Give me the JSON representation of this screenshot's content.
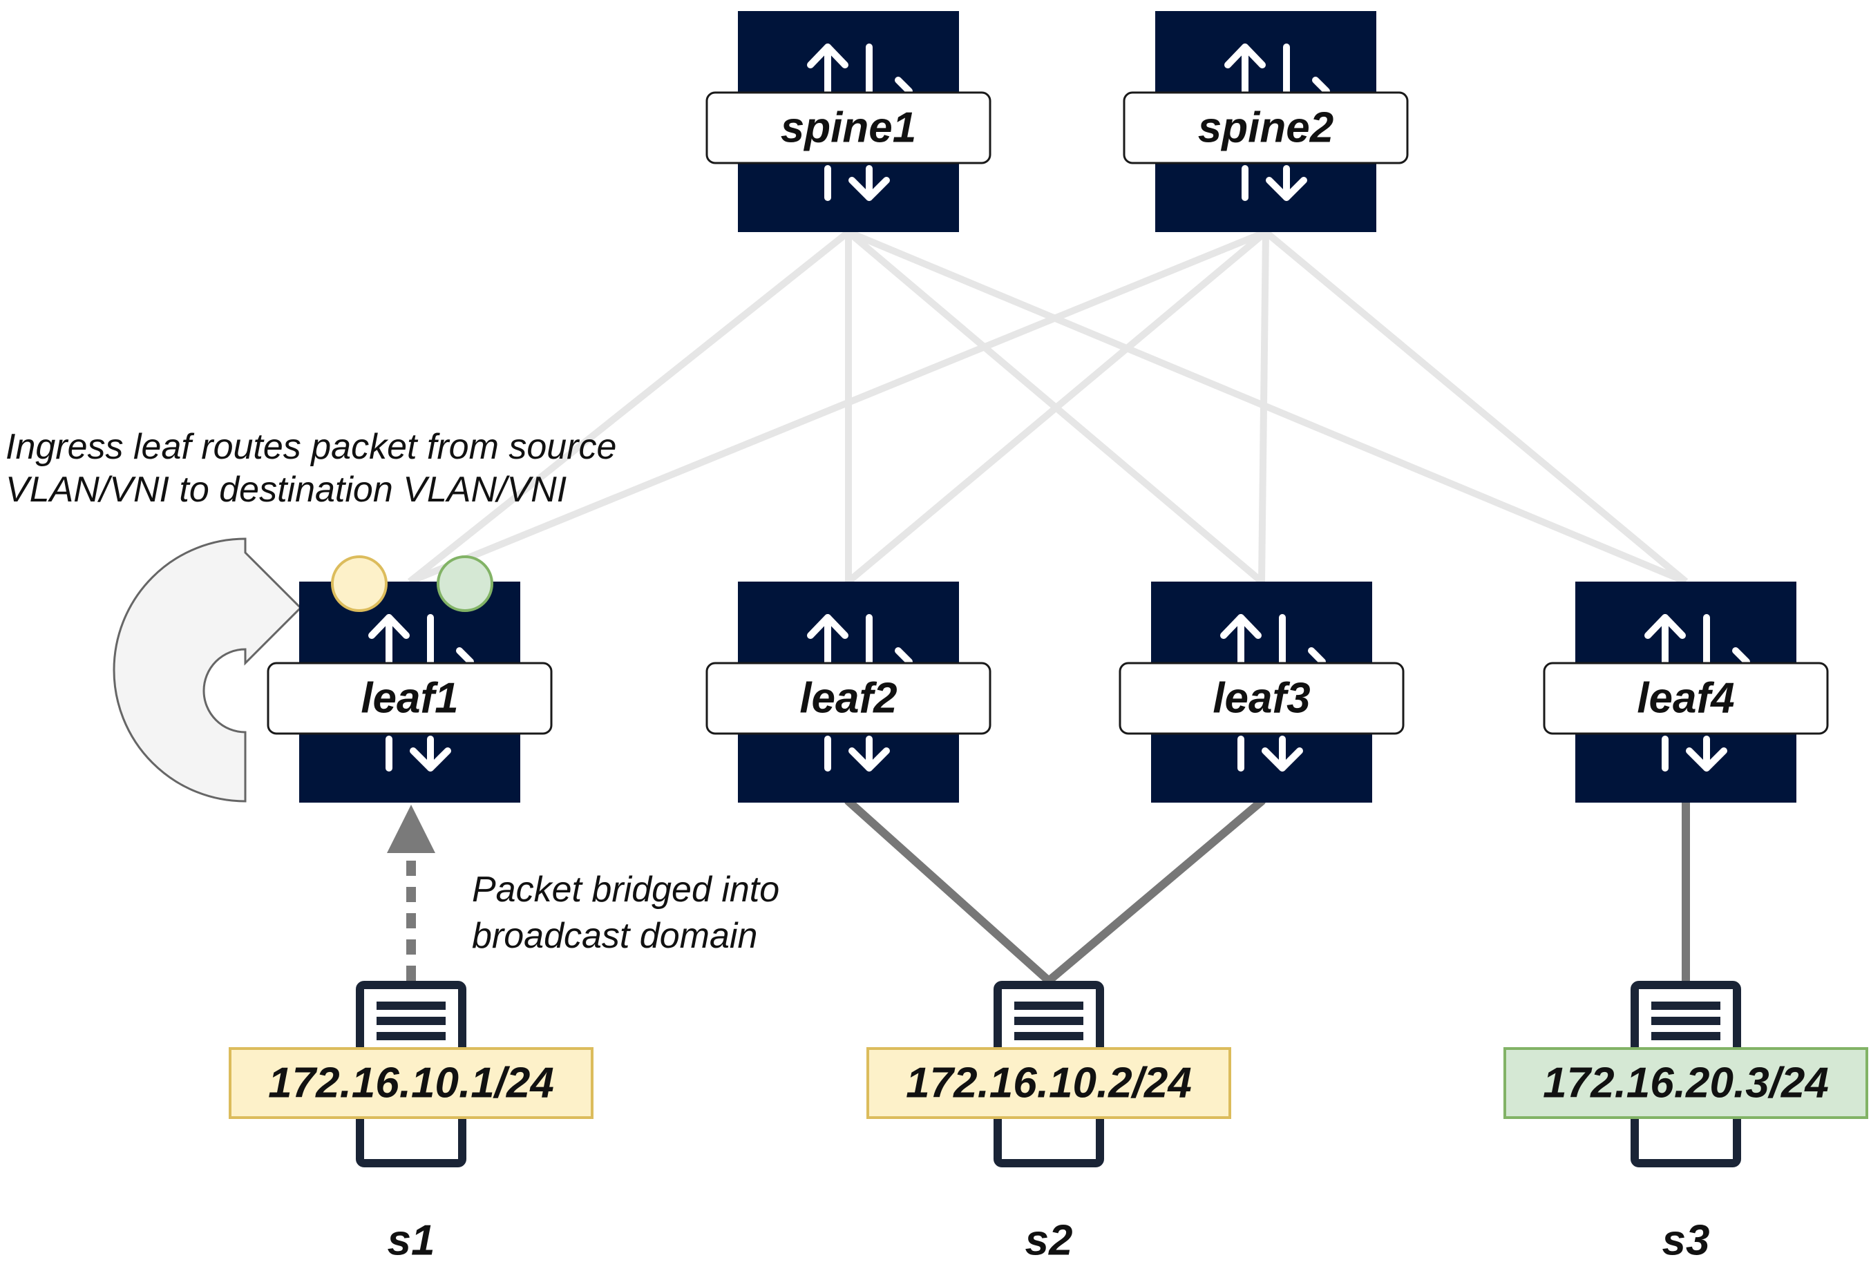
{
  "colors": {
    "switch_fill": "#00143a",
    "fabric_link": "#e6e6e6",
    "access_link": "#777777",
    "vlan10_fill": "#fdf1c9",
    "vlan10_stroke": "#dcbc5c",
    "vlan20_fill": "#d5e8d4",
    "vlan20_stroke": "#82b366",
    "curved_arrow_fill": "#f4f4f4",
    "curved_arrow_stroke": "#666666"
  },
  "icons": {
    "switch": "switch-icon",
    "server": "server-icon"
  },
  "spines": [
    {
      "name": "spine1"
    },
    {
      "name": "spine2"
    }
  ],
  "leaves": [
    {
      "name": "leaf1"
    },
    {
      "name": "leaf2"
    },
    {
      "name": "leaf3"
    },
    {
      "name": "leaf4"
    }
  ],
  "servers": [
    {
      "name": "s1",
      "ip": "172.16.10.1/24",
      "vlan": "vlan10"
    },
    {
      "name": "s2",
      "ip": "172.16.10.2/24",
      "vlan": "vlan10"
    },
    {
      "name": "s3",
      "ip": "172.16.20.3/24",
      "vlan": "vlan20"
    }
  ],
  "annotations": {
    "routing": {
      "line1": "Ingress leaf routes packet from source",
      "line2": "VLAN/VNI to destination VLAN/VNI"
    },
    "bridging": {
      "line1": "Packet bridged into",
      "line2": "broadcast domain"
    }
  }
}
